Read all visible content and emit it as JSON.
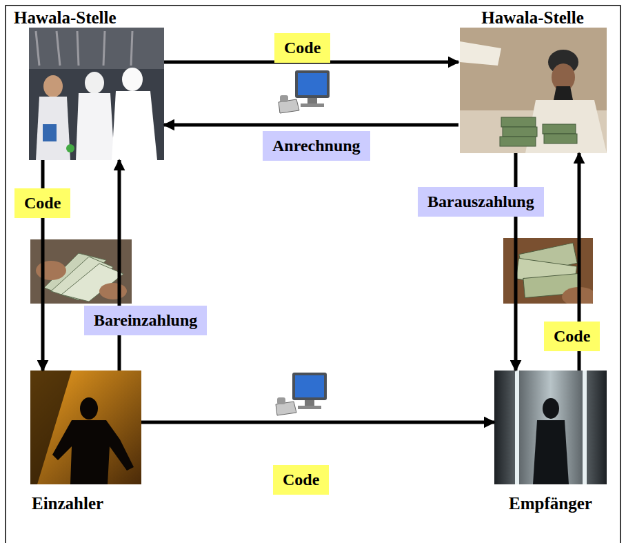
{
  "diagram": {
    "nodes": [
      {
        "text": [
          "Hawala-Stelle"
        ]
      },
      {
        "text": [
          "Hawala-Stelle"
        ]
      },
      {
        "text": [
          "Einzahler"
        ]
      },
      {
        "text": [
          "Empfänger"
        ]
      }
    ],
    "edges": [
      {
        "from": 0,
        "to": 1,
        "arrow": "to",
        "label": "Code"
      },
      {
        "from": 1,
        "to": 0,
        "arrow": "to",
        "label": "Anrechnung"
      },
      {
        "from": 0,
        "to": 2,
        "arrow": "to",
        "label": "Code"
      },
      {
        "from": 2,
        "to": 0,
        "arrow": "to",
        "label": "Bareinzahlung"
      },
      {
        "from": 1,
        "to": 3,
        "arrow": "to",
        "label": "Barauszahlung"
      },
      {
        "from": 3,
        "to": 1,
        "arrow": "to",
        "label": "Code"
      },
      {
        "from": 2,
        "to": 3,
        "arrow": "to",
        "label": "Code"
      }
    ]
  }
}
